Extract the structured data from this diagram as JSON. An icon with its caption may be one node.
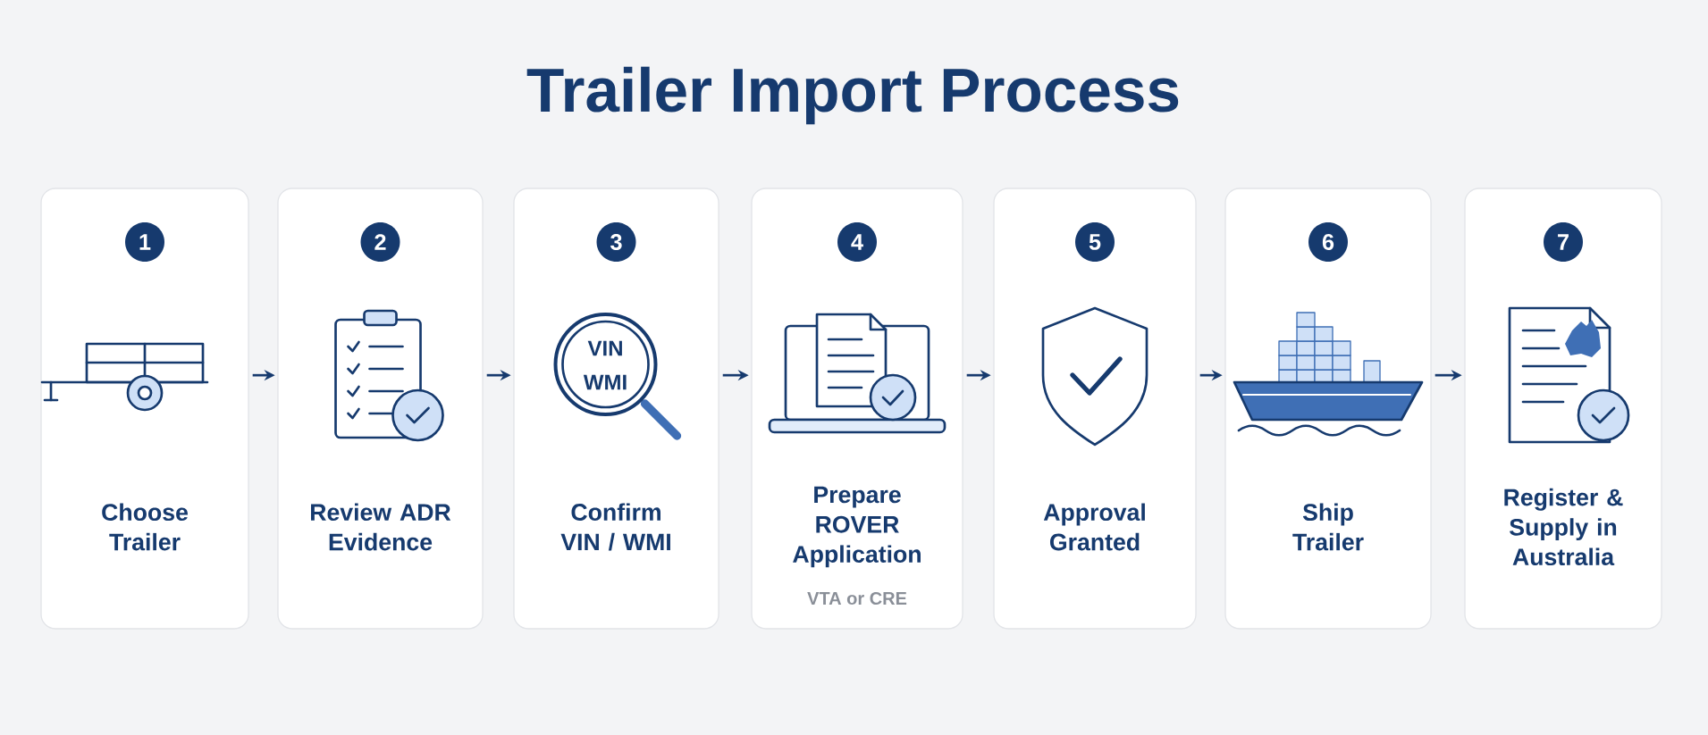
{
  "diagram": {
    "title": "Trailer Import Process",
    "nodes": [
      {
        "text": [
          "1",
          "Choose Trailer"
        ]
      },
      {
        "text": [
          "2",
          "Review ADR Evidence"
        ]
      },
      {
        "text": [
          "3",
          "Confirm VIN / WMI"
        ]
      },
      {
        "text": [
          "4",
          "Prepare ROVER Application",
          "VTA or CRE"
        ]
      },
      {
        "text": [
          "5",
          "Approval Granted"
        ]
      },
      {
        "text": [
          "6",
          "Ship Trailer"
        ]
      },
      {
        "text": [
          "7",
          "Register & Supply in Australia"
        ]
      }
    ],
    "edges": [
      {
        "from": 0,
        "to": 1,
        "arrow": "to"
      },
      {
        "from": 1,
        "to": 2,
        "arrow": "to"
      },
      {
        "from": 2,
        "to": 3,
        "arrow": "to"
      },
      {
        "from": 3,
        "to": 4,
        "arrow": "to"
      },
      {
        "from": 4,
        "to": 5,
        "arrow": "to"
      },
      {
        "from": 5,
        "to": 6,
        "arrow": "to"
      }
    ],
    "labels": [
      "VIN",
      "WMI"
    ]
  }
}
